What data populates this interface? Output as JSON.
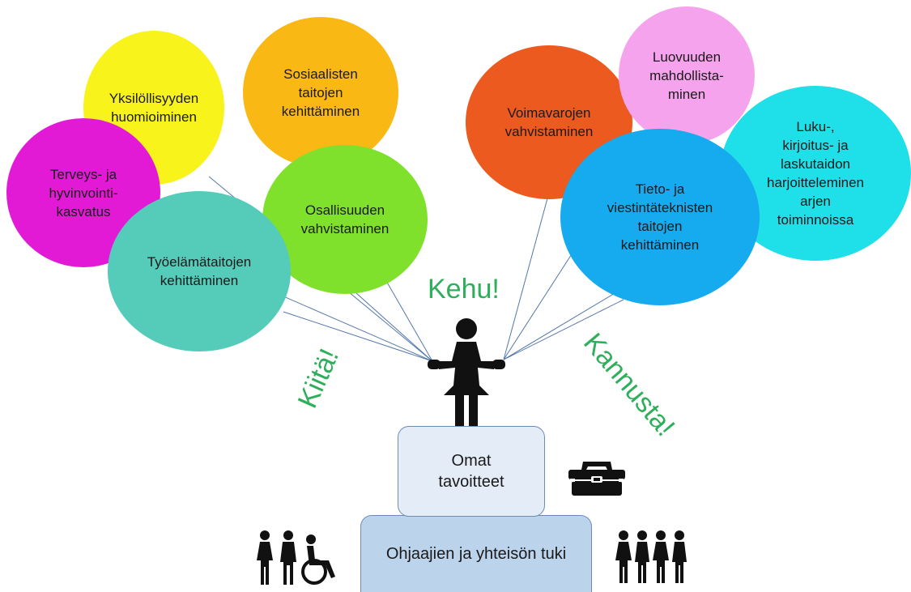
{
  "balloons": [
    {
      "id": "yksilollisyys",
      "label": "Yksilöllisyyden\nhuomioiminen",
      "color": "#f8f31b"
    },
    {
      "id": "sosiaaliset",
      "label": "Sosiaalisten\ntaitojen\nkehittäminen",
      "color": "#f9b813"
    },
    {
      "id": "terveys",
      "label": "Terveys- ja\nhyvinvointi-\nkasvatus",
      "color": "#e21ad6"
    },
    {
      "id": "osallisuus",
      "label": "Osallisuuden\nvahvistaminen",
      "color": "#7fe12b"
    },
    {
      "id": "tyoelama",
      "label": "Työelämätaitojen\nkehittäminen",
      "color": "#55cbb9"
    },
    {
      "id": "voimavarat",
      "label": "Voimavarojen\nvahvistaminen",
      "color": "#ec5a1f"
    },
    {
      "id": "luovuus",
      "label": "Luovuuden\nmahdollista-\nminen",
      "color": "#f5a3ec"
    },
    {
      "id": "luku",
      "label": "Luku-,\nkirjoitus- ja\nlaskutaidon\nharjoitteleminen\narjen\ntoiminnoissa",
      "color": "#1fdfe8"
    },
    {
      "id": "tieto",
      "label": "Tieto- ja\nviestintäteknisten\ntaitojen\nkehittäminen",
      "color": "#16aaee"
    }
  ],
  "shouts": {
    "kehu": "Kehu!",
    "kiita": "Kiitä!",
    "kannusta": "Kannusta!"
  },
  "boxes": {
    "goals": "Omat\ntavoitteet",
    "support": "Ohjaajien ja yhteisön tuki"
  },
  "colors": {
    "shout": "#2fae5b",
    "box_fill": "#e3ecf7",
    "box_fill_lower": "#bcd3ec",
    "box_border": "#6d8cb5",
    "string": "#5577aa",
    "figure": "#111111"
  },
  "icons": [
    "person-holding-balloons-icon",
    "toolbox-icon",
    "people-with-wheelchair-icon",
    "group-of-people-icon"
  ]
}
